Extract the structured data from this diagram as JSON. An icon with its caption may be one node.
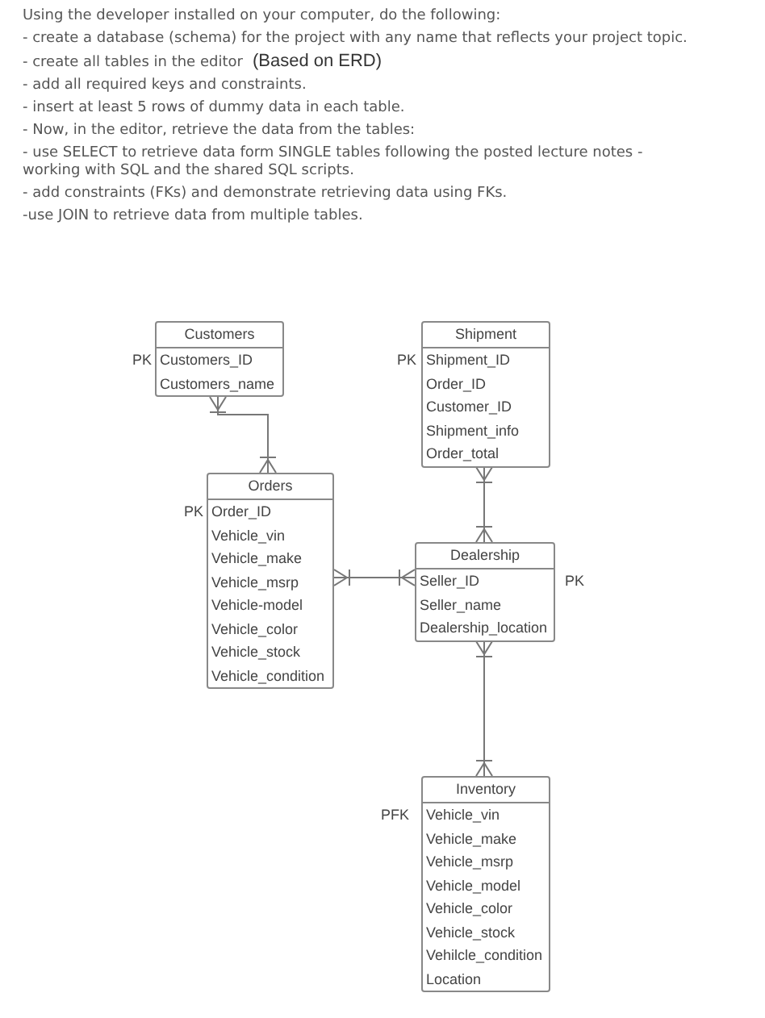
{
  "diagram": {
    "nodes": [
      {
        "text": [
          "Customers",
          "Customers_ID",
          "Customers_name"
        ],
        "beside": [
          "PK"
        ]
      },
      {
        "text": [
          "Shipment",
          "Shipment_ID",
          "Order_ID",
          "Customer_ID",
          "Shipment_info",
          "Order_total"
        ],
        "beside": [
          "PK"
        ]
      },
      {
        "text": [
          "Orders",
          "Order_ID",
          "Vehicle_vin",
          "Vehicle_make",
          "Vehicle_msrp",
          "Vehicle-model",
          "Vehicle_color",
          "Vehicle_stock",
          "Vehicle_condition"
        ],
        "beside": [
          "PK"
        ]
      },
      {
        "text": [
          "Dealership",
          "Seller_ID",
          "Seller_name",
          "Dealership_location"
        ],
        "beside": [
          "PK"
        ]
      },
      {
        "text": [
          "Inventory",
          "Vehicle_vin",
          "Vehicle_make",
          "Vehicle_msrp",
          "Vehicle_model",
          "Vehicle_color",
          "Vehicle_stock",
          "Vehilcle_condition",
          "Location"
        ],
        "beside": [
          "PFK"
        ]
      }
    ],
    "edges": [
      {
        "from": 0,
        "to": 2,
        "arrow": "other"
      },
      {
        "from": 1,
        "to": 3,
        "arrow": "other"
      },
      {
        "from": 2,
        "to": 3,
        "arrow": "other"
      },
      {
        "from": 3,
        "to": 4,
        "arrow": "other"
      }
    ],
    "labels": [
      "Using the developer installed on your computer, do the following:",
      "- create a database (schema) for the project with any name  that reflects your project topic.",
      "- create all tables in the editor",
      "(Based on ERD)",
      "- add all required keys and constraints.",
      "- insert at least 5 rows of dummy data in each table.",
      "- Now, in the editor, retrieve the data from the tables:",
      "- use SELECT to retrieve data form SINGLE tables following the posted lecture notes - working with SQL and the shared SQL scripts.",
      "- add constraints (FKs) and demonstrate retrieving data using FKs.",
      "-use JOIN to retrieve data from multiple tables."
    ]
  }
}
